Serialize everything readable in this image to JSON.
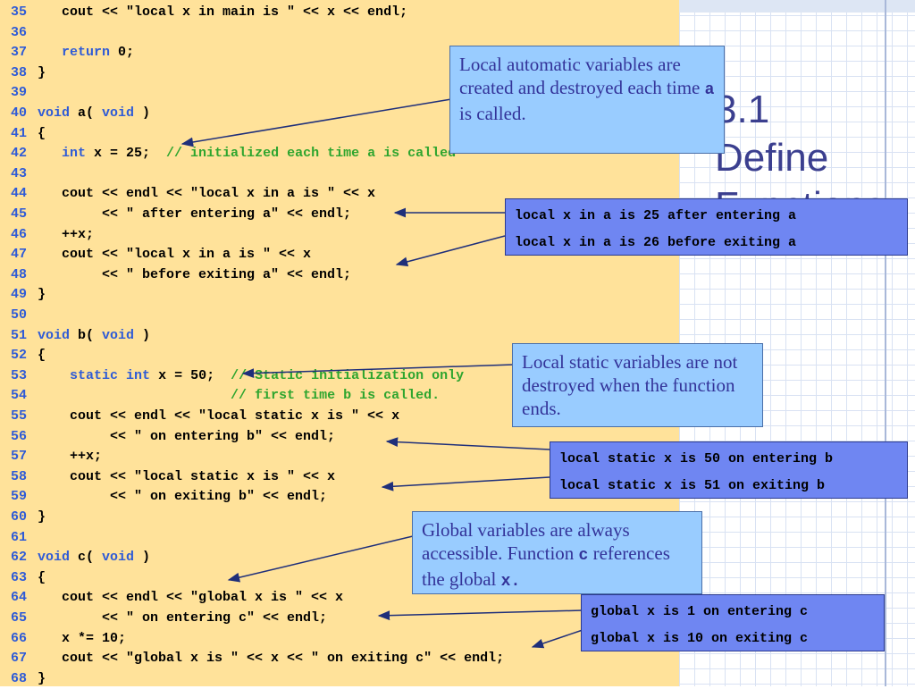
{
  "slide": {
    "title_fragment": "3.1\nDefine\nFunctions"
  },
  "code": [
    {
      "n": "35",
      "parts": [
        {
          "t": "   cout << \"local x in main is \" << x << endl;"
        }
      ]
    },
    {
      "n": "36",
      "parts": []
    },
    {
      "n": "37",
      "parts": [
        {
          "t": "   "
        },
        {
          "t": "return",
          "c": "kw"
        },
        {
          "t": " 0;"
        }
      ]
    },
    {
      "n": "38",
      "parts": [
        {
          "t": "}"
        }
      ]
    },
    {
      "n": "39",
      "parts": []
    },
    {
      "n": "40",
      "parts": [
        {
          "t": "void",
          "c": "kw"
        },
        {
          "t": " a( "
        },
        {
          "t": "void",
          "c": "kw"
        },
        {
          "t": " )"
        }
      ]
    },
    {
      "n": "41",
      "parts": [
        {
          "t": "{"
        }
      ]
    },
    {
      "n": "42",
      "parts": [
        {
          "t": "   "
        },
        {
          "t": "int",
          "c": "kw"
        },
        {
          "t": " x = 25;  "
        },
        {
          "t": "// initialized each time a is called",
          "c": "cm"
        }
      ]
    },
    {
      "n": "43",
      "parts": []
    },
    {
      "n": "44",
      "parts": [
        {
          "t": "   cout << endl << \"local x in a is \" << x"
        }
      ]
    },
    {
      "n": "45",
      "parts": [
        {
          "t": "        << \" after entering a\" << endl;"
        }
      ]
    },
    {
      "n": "46",
      "parts": [
        {
          "t": "   ++x;"
        }
      ]
    },
    {
      "n": "47",
      "parts": [
        {
          "t": "   cout << \"local x in a is \" << x"
        }
      ]
    },
    {
      "n": "48",
      "parts": [
        {
          "t": "        << \" before exiting a\" << endl;"
        }
      ]
    },
    {
      "n": "49",
      "parts": [
        {
          "t": "}"
        }
      ]
    },
    {
      "n": "50",
      "parts": []
    },
    {
      "n": "51",
      "parts": [
        {
          "t": "void",
          "c": "kw"
        },
        {
          "t": " b( "
        },
        {
          "t": "void",
          "c": "kw"
        },
        {
          "t": " )"
        }
      ]
    },
    {
      "n": "52",
      "parts": [
        {
          "t": "{"
        }
      ]
    },
    {
      "n": "53",
      "parts": [
        {
          "t": "    "
        },
        {
          "t": "static",
          "c": "kw"
        },
        {
          "t": " "
        },
        {
          "t": "int",
          "c": "kw"
        },
        {
          "t": " x = 50;  "
        },
        {
          "t": "// Static initialization only",
          "c": "cm"
        }
      ]
    },
    {
      "n": "54",
      "parts": [
        {
          "t": "                        "
        },
        {
          "t": "// first time b is called.",
          "c": "cm"
        }
      ]
    },
    {
      "n": "55",
      "parts": [
        {
          "t": "    cout << endl << \"local static x is \" << x"
        }
      ]
    },
    {
      "n": "56",
      "parts": [
        {
          "t": "         << \" on entering b\" << endl;"
        }
      ]
    },
    {
      "n": "57",
      "parts": [
        {
          "t": "    ++x;"
        }
      ]
    },
    {
      "n": "58",
      "parts": [
        {
          "t": "    cout << \"local static x is \" << x"
        }
      ]
    },
    {
      "n": "59",
      "parts": [
        {
          "t": "         << \" on exiting b\" << endl;"
        }
      ]
    },
    {
      "n": "60",
      "parts": [
        {
          "t": "}"
        }
      ]
    },
    {
      "n": "61",
      "parts": []
    },
    {
      "n": "62",
      "parts": [
        {
          "t": "void",
          "c": "kw"
        },
        {
          "t": " c( "
        },
        {
          "t": "void",
          "c": "kw"
        },
        {
          "t": " )"
        }
      ]
    },
    {
      "n": "63",
      "parts": [
        {
          "t": "{"
        }
      ]
    },
    {
      "n": "64",
      "parts": [
        {
          "t": "   cout << endl << \"global x is \" << x"
        }
      ]
    },
    {
      "n": "65",
      "parts": [
        {
          "t": "        << \" on entering c\" << endl;"
        }
      ]
    },
    {
      "n": "66",
      "parts": [
        {
          "t": "   x *= 10;"
        }
      ]
    },
    {
      "n": "67",
      "parts": [
        {
          "t": "   cout << \"global x is \" << x << \" on exiting c\" << endl;"
        }
      ]
    },
    {
      "n": "68",
      "parts": [
        {
          "t": "}"
        }
      ]
    }
  ],
  "callouts": {
    "automatic": {
      "text_before": "Local automatic variables are created and destroyed each time ",
      "code": "a",
      "text_after": " is called."
    },
    "static": {
      "text": "Local static variables are not destroyed when the function ends."
    },
    "global": {
      "text_before": "Global variables are always accessible. Function ",
      "code1": "c",
      "text_middle": " references the global ",
      "code2": "x."
    }
  },
  "outputs": {
    "a": [
      "local x in a is 25 after entering a",
      "local x in a is 26 before exiting a"
    ],
    "b": [
      "local static x is 50 on entering b",
      "local static x is 51 on exiting b"
    ],
    "c": [
      "global x is 1 on entering c",
      "global x is 10 on exiting c"
    ]
  },
  "colors": {
    "code_background": "#ffe29a",
    "keyword": "#2f5bd6",
    "comment": "#2ea52e",
    "callout_fill": "#99ccff",
    "output_fill": "#6f86f2",
    "title": "#3b3f8f"
  }
}
